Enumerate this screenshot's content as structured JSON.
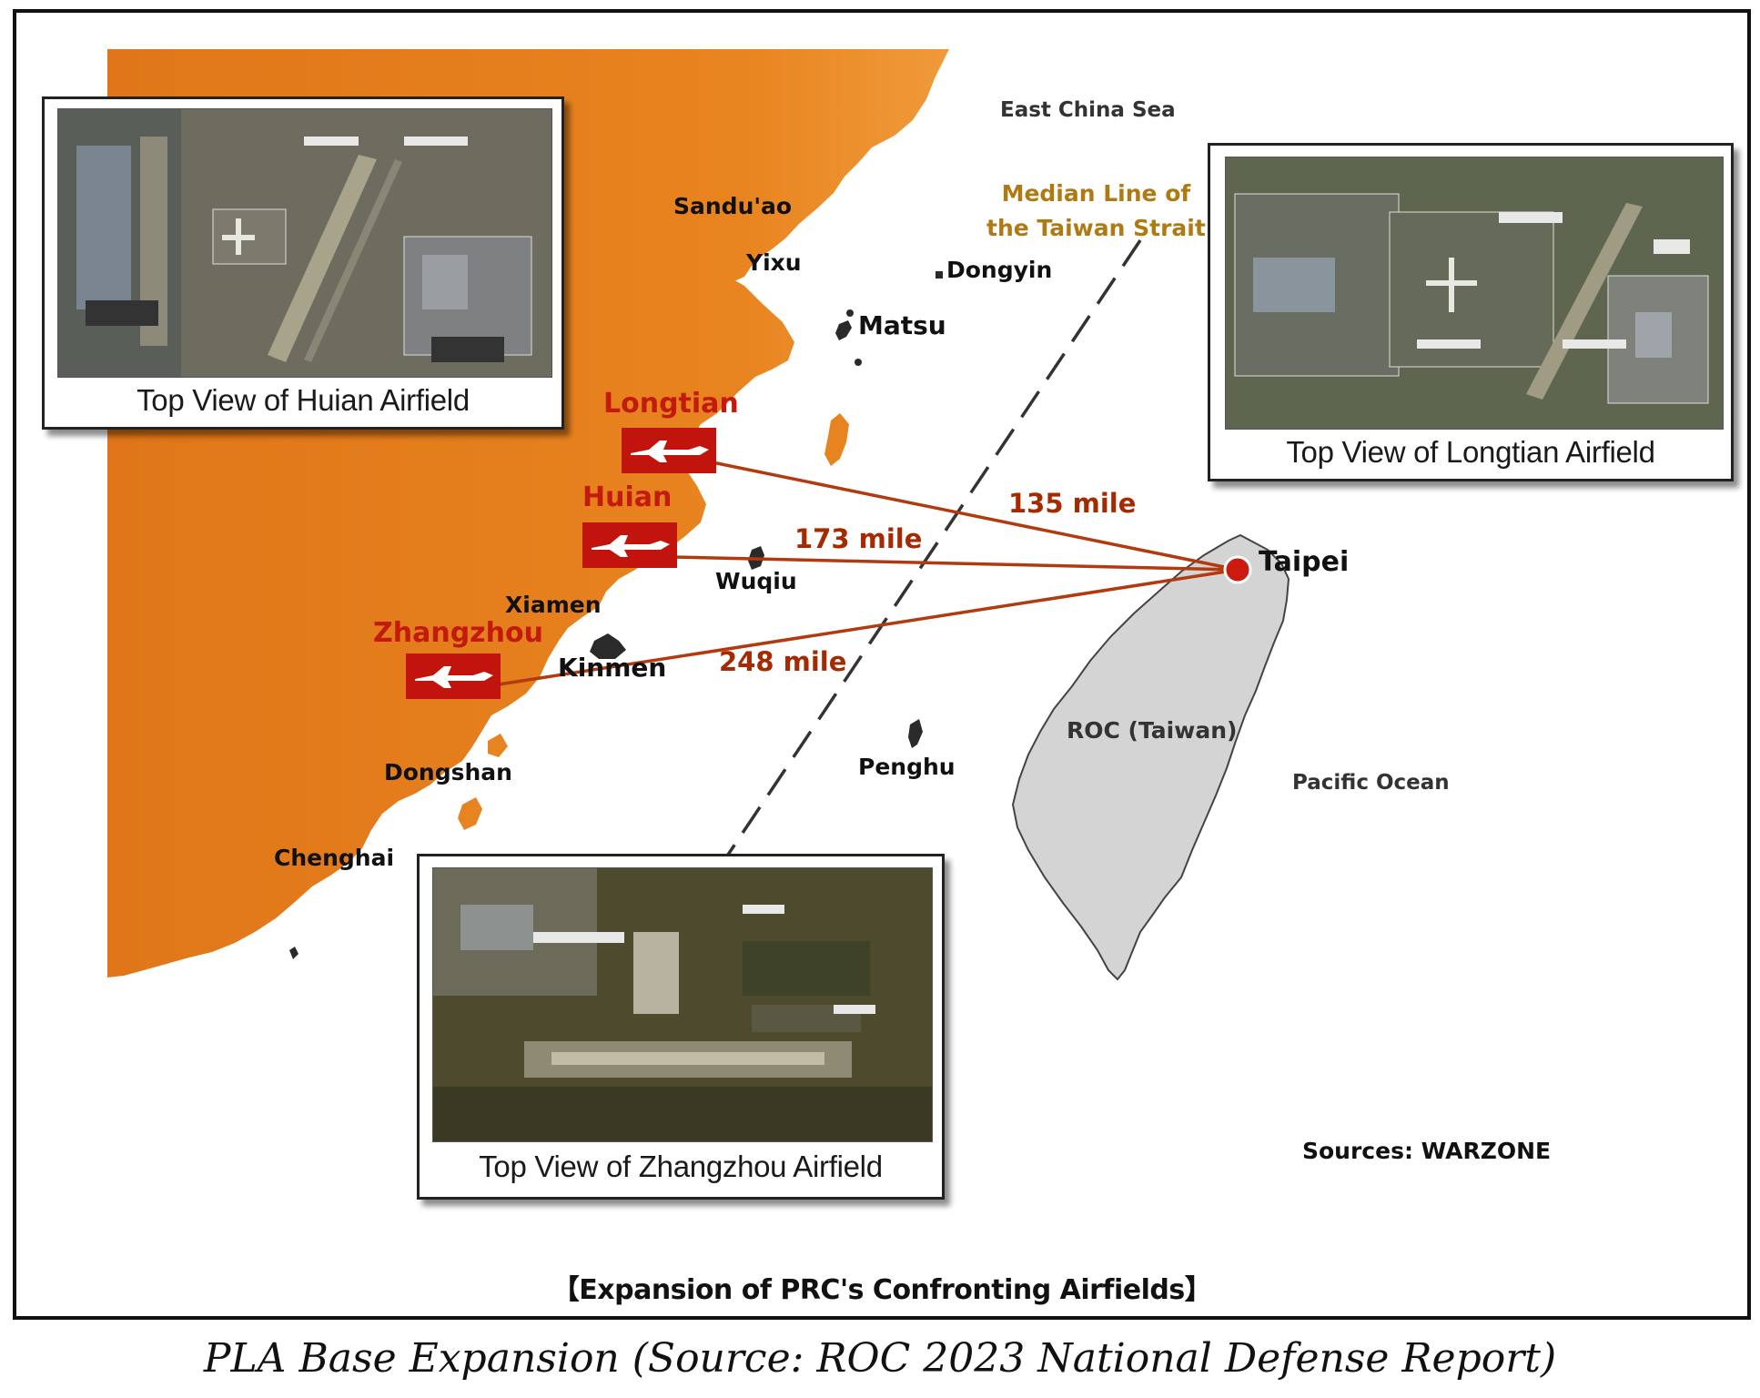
{
  "map": {
    "sea_labels": {
      "east_china_sea": "East China Sea",
      "pacific_ocean": "Pacific Ocean"
    },
    "median_line": {
      "line1": "Median Line of",
      "line2": "the Taiwan Strait"
    },
    "places": {
      "sanduao": "Sandu'ao",
      "yixu": "Yixu",
      "dongyin": "Dongyin",
      "matsu": "Matsu",
      "wuqiu": "Wuqiu",
      "xiamen": "Xiamen",
      "kinmen": "Kinmen",
      "dongshan": "Dongshan",
      "chenghai": "Chenghai",
      "penghu": "Penghu",
      "taipei": "Taipei",
      "taiwan": "ROC (Taiwan)"
    },
    "airbases": [
      {
        "name": "Longtian",
        "distance": "135 mile"
      },
      {
        "name": "Huian",
        "distance": "173 mile"
      },
      {
        "name": "Zhangzhou",
        "distance": "248 mile"
      }
    ],
    "insets": {
      "huian": "Top View of Huian Airfield",
      "longtian": "Top View of Longtian Airfield",
      "zhangzhou": "Top View of Zhangzhou Airfield"
    },
    "sources": "Sources: WARZONE",
    "title": "【Expansion of PRC's Confronting Airfields】"
  },
  "caption": "PLA Base Expansion (Source: ROC 2023 National Defense Report)",
  "colors": {
    "mainland": "#e5811f",
    "taiwan": "#d4d4d4",
    "route_line": "#b33a0e",
    "base_box": "#c0140c",
    "taipei_marker": "#cc1a10"
  }
}
